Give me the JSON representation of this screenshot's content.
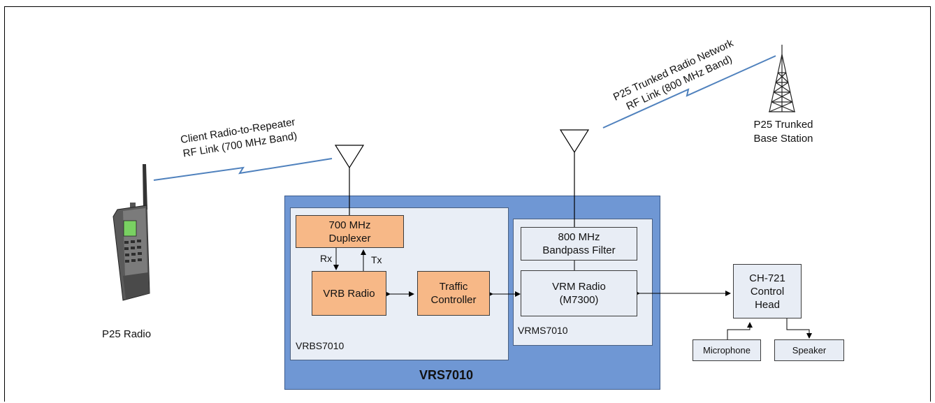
{
  "labels": {
    "client_link_line1": "Client Radio-to-Repeater",
    "client_link_line2": "RF Link (700 MHz Band)",
    "p25_network_line1": "P25 Trunked Radio Network",
    "p25_network_line2": "RF Link (800 MHz Band)",
    "base_station_line1": "P25 Trunked",
    "base_station_line2": "Base Station",
    "p25_radio": "P25 Radio",
    "rx": "Rx",
    "tx": "Tx",
    "vrbs7010": "VRBS7010",
    "vrms7010": "VRMS7010",
    "vrs7010": "VRS7010"
  },
  "blocks": {
    "duplexer_line1": "700 MHz",
    "duplexer_line2": "Duplexer",
    "vrb_radio": "VRB Radio",
    "traffic_line1": "Traffic",
    "traffic_line2": "Controller",
    "bandpass_line1": "800 MHz",
    "bandpass_line2": "Bandpass Filter",
    "vrm_line1": "VRM Radio",
    "vrm_line2": "(M7300)",
    "control_line1": "CH-721",
    "control_line2": "Control",
    "control_line3": "Head",
    "microphone": "Microphone",
    "speaker": "Speaker"
  },
  "colors": {
    "vrs_container": "#6f97d4",
    "orange_block": "#f7b887",
    "pale_block": "#e8edf5",
    "rf_link": "#4f81bd"
  }
}
